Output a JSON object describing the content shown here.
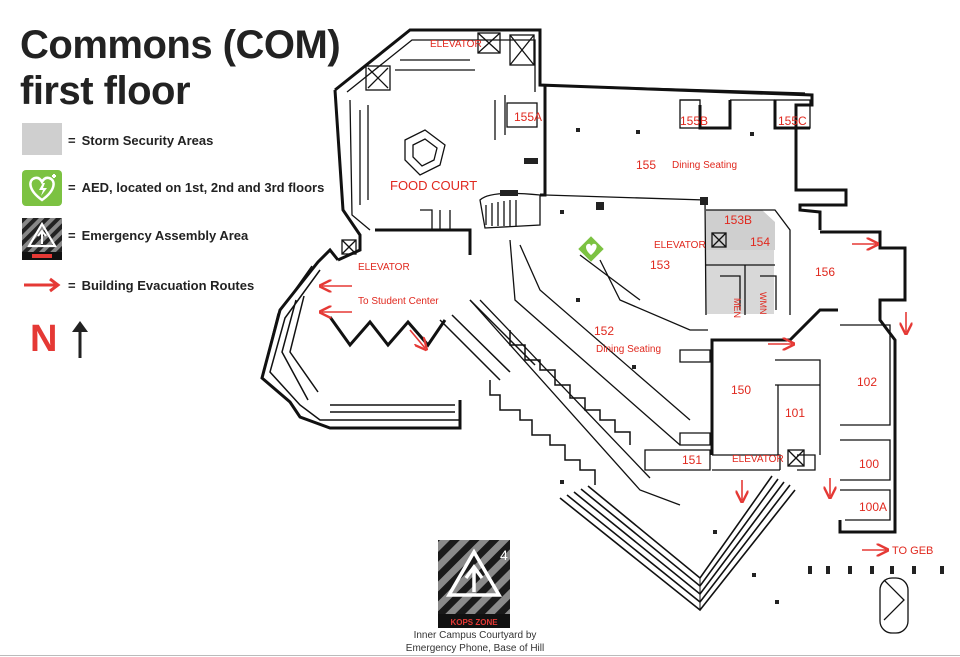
{
  "title": {
    "line1": "Commons (COM)",
    "line2": "first floor"
  },
  "legend": [
    {
      "symbol": "storm-area-swatch",
      "label": "Storm Security Areas"
    },
    {
      "symbol": "aed-icon",
      "label": "AED, located on 1st, 2nd and 3rd floors"
    },
    {
      "symbol": "assembly-area-icon",
      "label": "Emergency Assembly Area"
    },
    {
      "symbol": "evacuation-arrow-icon",
      "label": "Building Evacuation Routes"
    }
  ],
  "legend_equals": "=",
  "north": {
    "letter": "N"
  },
  "rooms": {
    "r155A": "155A",
    "r155B": "155B",
    "r155C": "155C",
    "r155": "155",
    "r153B": "153B",
    "r154": "154",
    "r153": "153",
    "r156": "156",
    "r152": "152",
    "r150": "150",
    "r101": "101",
    "r102": "102",
    "r100": "100",
    "r100A": "100A",
    "r151": "151"
  },
  "labels": {
    "elevator_top": "ELEVATOR",
    "elevator_west": "ELEVATOR",
    "elevator_mid": "ELEVATOR",
    "elevator_south": "ELEVATOR",
    "food_court": "FOOD COURT",
    "dining_155": "Dining Seating",
    "dining_152": "Dining Seating",
    "to_student_center": "To Student Center",
    "to_geb": "TO GEB",
    "men": "MEN",
    "women": "WMN"
  },
  "assembly": {
    "zone_number": "4",
    "zone_logo_text": "KOPS ZONE",
    "caption_line1": "Inner Campus Courtyard by",
    "caption_line2": "Emergency Phone, Base of Hill"
  },
  "colors": {
    "route_red": "#e53935",
    "label_red": "#e0281e",
    "storm_gray": "#cfcfcf",
    "aed_green": "#7cc242",
    "wall": "#111111"
  }
}
